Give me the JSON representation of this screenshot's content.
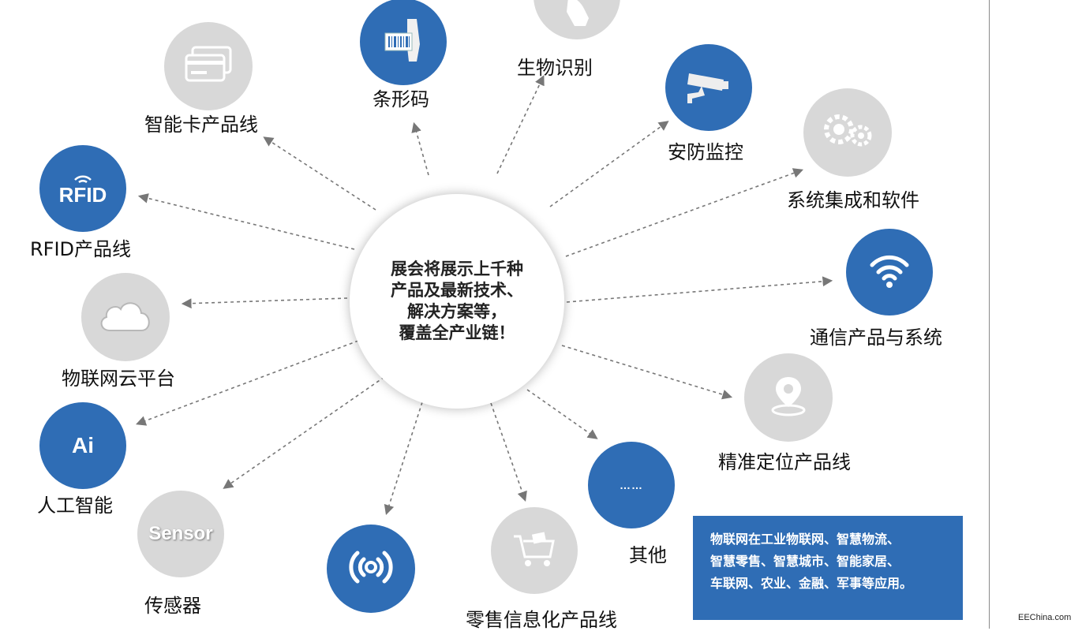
{
  "center": {
    "lines": [
      "展会将展示上千种",
      "产品及最新技术、",
      "解决方案等，",
      "覆盖全产业链！"
    ]
  },
  "nodes": {
    "barcode": {
      "label": "条形码",
      "icon": "barcode-scanner-icon",
      "color": "blue"
    },
    "biometrics": {
      "label": "生物识别",
      "icon": "fingerprint-hand-icon",
      "color": "gray"
    },
    "smartcard": {
      "label": "智能卡产品线",
      "icon": "cards-icon",
      "color": "gray"
    },
    "security": {
      "label": "安防监控",
      "icon": "security-camera-icon",
      "color": "blue"
    },
    "rfid": {
      "label": "RFID产品线",
      "icon": "rfid-icon",
      "icon_text": "RFID",
      "color": "blue"
    },
    "integration": {
      "label": "系统集成和软件",
      "icon": "gears-icon",
      "color": "gray"
    },
    "iotcloud": {
      "label": "物联网云平台",
      "icon": "cloud-icon",
      "color": "gray"
    },
    "comms": {
      "label": "通信产品与系统",
      "icon": "wifi-icon",
      "color": "blue"
    },
    "ai": {
      "label": "人工智能",
      "icon": "ai-icon",
      "icon_text": "Ai",
      "color": "blue"
    },
    "positioning": {
      "label": "精准定位产品线",
      "icon": "location-pin-icon",
      "color": "gray"
    },
    "sensor": {
      "label": "传感器",
      "icon": "sensor-icon",
      "icon_text": "Sensor",
      "color": "gray"
    },
    "others": {
      "label": "其他",
      "icon": "ellipsis-icon",
      "icon_text": "……",
      "color": "blue"
    },
    "retail": {
      "label": "零售信息化产品线",
      "icon": "shopping-cart-icon",
      "color": "gray"
    },
    "wireless": {
      "label": "",
      "icon": "wireless-signal-icon",
      "color": "blue"
    }
  },
  "note": {
    "lines": [
      "物联网在工业物联网、智慧物流、",
      "智慧零售、智慧城市、智能家居、",
      "车联网、农业、金融、军事等应用。"
    ]
  },
  "watermark": "EEChina.com",
  "colors": {
    "blue": "#2f6db5",
    "gray": "#d8d8d8",
    "arrow": "#777777"
  }
}
